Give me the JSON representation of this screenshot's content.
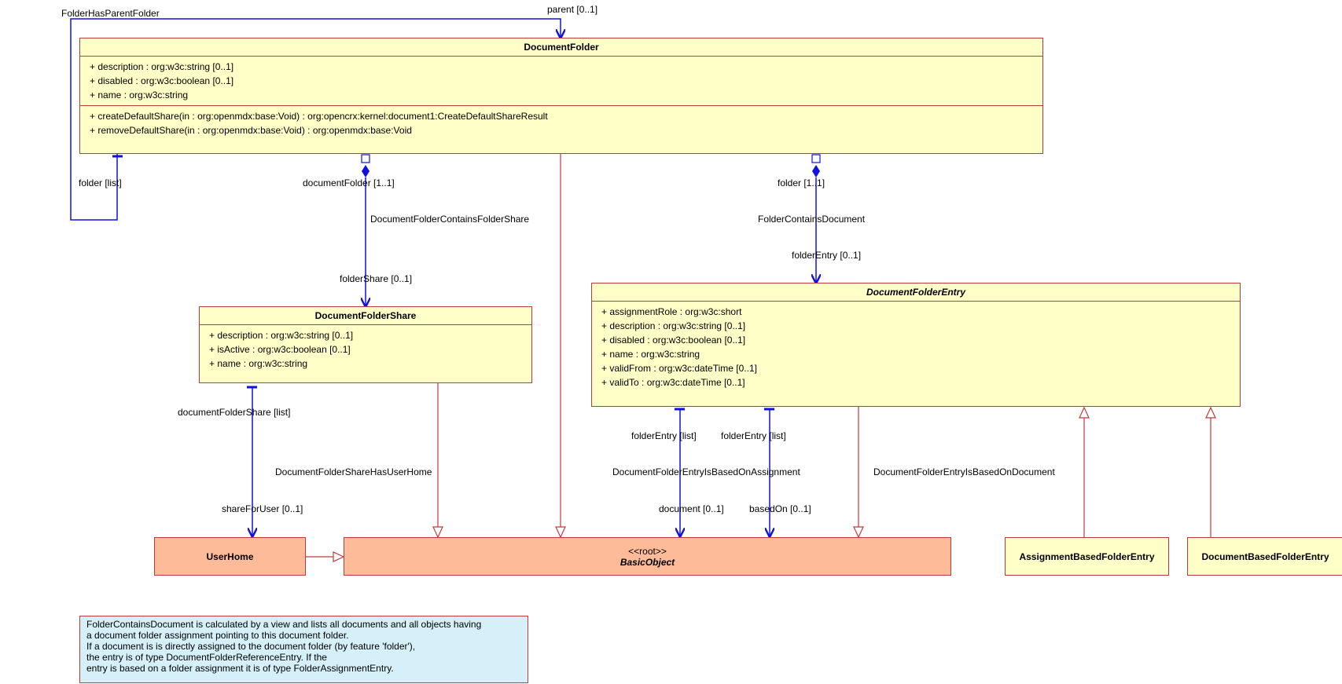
{
  "classes": {
    "document_folder": {
      "name": "DocumentFolder",
      "attributes": [
        "+ description : org:w3c:string [0..1]",
        "+ disabled : org:w3c:boolean [0..1]",
        "+ name : org:w3c:string"
      ],
      "operations": [
        "+ createDefaultShare(in : org:openmdx:base:Void) : org:opencrx:kernel:document1:CreateDefaultShareResult",
        "+ removeDefaultShare(in : org:openmdx:base:Void) : org:openmdx:base:Void"
      ]
    },
    "document_folder_share": {
      "name": "DocumentFolderShare",
      "attributes": [
        "+ description : org:w3c:string [0..1]",
        "+ isActive : org:w3c:boolean [0..1]",
        "+ name : org:w3c:string"
      ]
    },
    "document_folder_entry": {
      "name": "DocumentFolderEntry",
      "attributes": [
        "+ assignmentRole : org:w3c:short",
        "+ description : org:w3c:string [0..1]",
        "+ disabled : org:w3c:boolean [0..1]",
        "+ name : org:w3c:string",
        "+ validFrom : org:w3c:dateTime [0..1]",
        "+ validTo : org:w3c:dateTime [0..1]"
      ]
    },
    "user_home": {
      "name": "UserHome"
    },
    "basic_object": {
      "stereotype": "<<root>>",
      "name": "BasicObject"
    },
    "assignment_based_folder_entry": {
      "name": "AssignmentBasedFolderEntry"
    },
    "document_based_folder_entry": {
      "name": "DocumentBasedFolderEntry"
    }
  },
  "labels": {
    "folder_has_parent_folder": "FolderHasParentFolder",
    "parent": "parent [0..1]",
    "folder_list": "folder [list]",
    "document_folder_1": "documentFolder [1..1]",
    "document_folder_contains_folder_share": "DocumentFolderContainsFolderShare",
    "folder_share": "folderShare [0..1]",
    "folder_1": "folder [1..1]",
    "folder_contains_document": "FolderContainsDocument",
    "folder_entry_0": "folderEntry [0..1]",
    "document_folder_share_list": "documentFolderShare [list]",
    "document_folder_share_has_user_home": "DocumentFolderShareHasUserHome",
    "share_for_user": "shareForUser [0..1]",
    "folder_entry_list_a": "folderEntry [list]",
    "folder_entry_list_b": "folderEntry [list]",
    "is_based_on_assignment": "DocumentFolderEntryIsBasedOnAssignment",
    "is_based_on_document": "DocumentFolderEntryIsBasedOnDocument",
    "document": "document [0..1]",
    "based_on": "basedOn [0..1]"
  },
  "note": [
    "FolderContainsDocument is calculated by a view and lists all documents and all objects having",
    "a document folder assignment pointing to this document folder.",
    "If a document is is directly assigned to the document folder (by feature 'folder'),",
    "the entry is of type DocumentFolderReferenceEntry. If the",
    "entry is based on a folder assignment it is of type FolderAssignmentEntry."
  ],
  "colors": {
    "association": "#1010e0",
    "generalization": "#c0393b",
    "class_fill": "#ffffc8",
    "root_fill": "#fdbb99",
    "note_fill": "#d5f0f8"
  }
}
